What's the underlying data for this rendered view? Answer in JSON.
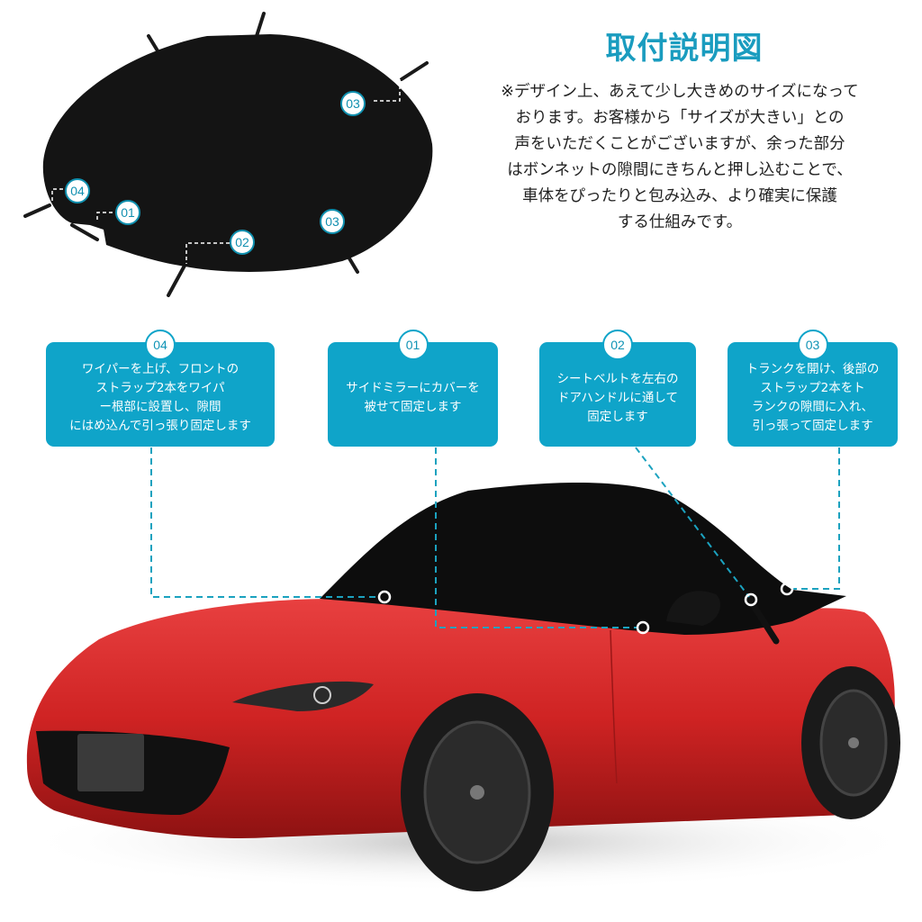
{
  "header": {
    "title": "取付説明図",
    "description_lines": [
      "※デザイン上、あえて少し大きめのサイズになって",
      "おります。お客様から「サイズが大きい」との",
      "声をいただくことがございますが、余った部分",
      "はボンネットの隙間にきちんと押し込むことで、",
      "車体をぴったりと包み込み、より確実に保護",
      "する仕組みです。"
    ]
  },
  "colors": {
    "accent": "#0fa4c9",
    "title": "#1a9cbf",
    "cover": "#111111",
    "car_body": "#d42a2a"
  },
  "cover_diagram": {
    "badges": [
      {
        "label": "03",
        "position": "upper-right"
      },
      {
        "label": "04",
        "position": "left"
      },
      {
        "label": "01",
        "position": "left-lower"
      },
      {
        "label": "02",
        "position": "bottom"
      },
      {
        "label": "03",
        "position": "lower-right"
      }
    ]
  },
  "callouts": [
    {
      "number": "04",
      "lines": [
        "ワイパーを上げ、フロントの",
        "ストラップ2本をワイパ",
        "ー根部に設置し、隙間",
        "にはめ込んで引っ張り固定します"
      ]
    },
    {
      "number": "01",
      "lines": [
        "サイドミラーにカバーを",
        "被せて固定します"
      ]
    },
    {
      "number": "02",
      "lines": [
        "シートベルトを左右の",
        "ドアハンドルに通して",
        "固定します"
      ]
    },
    {
      "number": "03",
      "lines": [
        "トランクを開け、後部の",
        "ストラップ2本をト",
        "ランクの隙間に入れ、",
        "引っ張って固定します"
      ]
    }
  ],
  "illustration": {
    "subject": "red roadster with black half cover",
    "attachment_points": 4
  }
}
